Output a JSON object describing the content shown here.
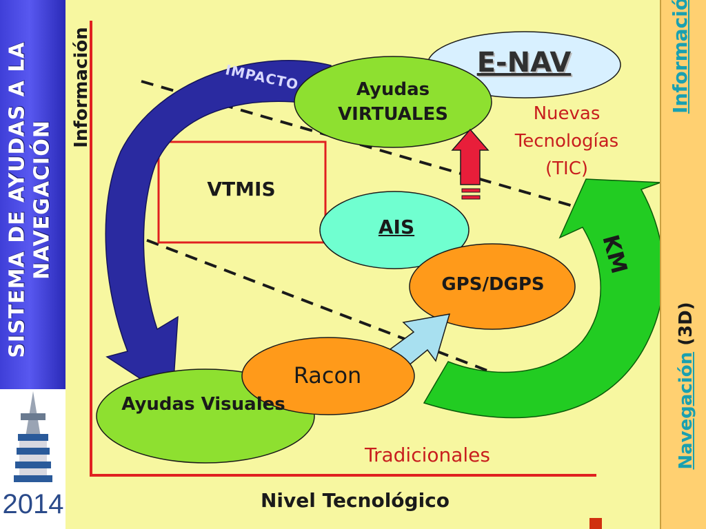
{
  "sidebar": {
    "title": "SISTEMA DE AYUDAS A LA NAVEGACIÓN",
    "logo_year": "2014"
  },
  "right_band": {
    "top_label": "Información",
    "bottom_label_underlined": "Navegación",
    "bottom_label_plain": " (3D)"
  },
  "axes": {
    "y_label": "Información",
    "x_label": "Nivel Tecnológico"
  },
  "nodes": {
    "enav": "E-NAV",
    "virtuales": "Ayudas VIRTUALES",
    "vtmis": "VTMIS",
    "ais": "AIS",
    "gps": "GPS/DGPS",
    "racon": "Racon",
    "visuales": "Ayudas Visuales"
  },
  "annotations": {
    "nuevas": "Nuevas Tecnologías (TIC)",
    "tradicionales": "Tradicionales",
    "impacto": "IMPACTO",
    "km": "KM"
  },
  "colors": {
    "background": "#f7f7a0",
    "sidebar_blue": "#3f3fd8",
    "right_band": "#ffd071",
    "red": "#c81e1e",
    "green_node": "#8ee030",
    "orange_node": "#ff9a1a",
    "cyan_node": "#70ffd0",
    "enav_node": "#d8f0ff",
    "impact_arrow": "#2a2aa0",
    "km_arrow": "#22cc22",
    "up_arrow": "#e81e3a",
    "small_arrow": "#a8e0f0"
  }
}
